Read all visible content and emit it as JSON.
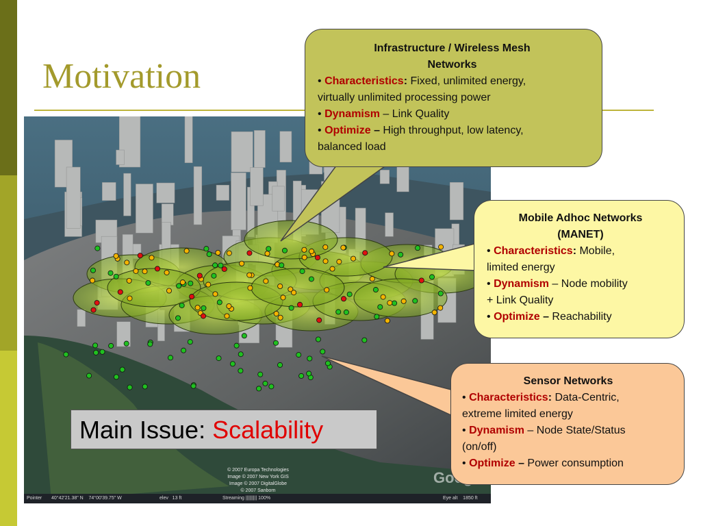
{
  "slide": {
    "title": "Motivation",
    "main_issue_label": "Main Issue:",
    "main_issue_value": "Scalability"
  },
  "colors": {
    "sidebar_dark": "#6b6f19",
    "sidebar_mid": "#a2a528",
    "sidebar_light": "#c6c934",
    "title": "#a39a2c",
    "keyword_red": "#b00000",
    "infra_bubble": "#c2c35a",
    "manet_bubble": "#fdf7a4",
    "sensor_bubble": "#fbc898"
  },
  "map": {
    "credit_line1": "© 2007 Europa Technologies",
    "credit_line2": "Image © 2007 New York GIS",
    "credit_line3": "Image © 2007 DigitalGlobe",
    "credit_line4": "© 2007 Sanborn",
    "logo": "Goog",
    "pointer_label": "Pointer",
    "pointer_coords": "40°42'21.38\" N    74°00'39.75\" W",
    "elev": "elev   13 ft",
    "streaming": "Streaming ||||||||| 100%",
    "eye_alt": "Eye alt    1850 ft"
  },
  "callouts": {
    "infra": {
      "title_line1": "Infrastructure / Wireless Mesh",
      "title_line2": "Networks",
      "char_key": "Characteristics",
      "char_sep": ":",
      "char_val_line1": " Fixed, unlimited energy,",
      "char_val_line2": "virtually unlimited processing power",
      "dyn_key": "Dynamism",
      "dyn_val": " – Link Quality",
      "opt_key": "Optimize",
      "opt_sep": " –",
      "opt_val_line1": " High throughput, low latency,",
      "opt_val_line2": "balanced load"
    },
    "manet": {
      "title_line1": "Mobile Adhoc Networks",
      "title_line2": "(MANET)",
      "char_key": "Characteristics",
      "char_sep": ":",
      "char_val_line1": " Mobile,",
      "char_val_line2": "limited energy",
      "dyn_key": "Dynamism",
      "dyn_val_line1": " – Node mobility",
      "dyn_val_line2": "+ Link Quality",
      "opt_key": "Optimize",
      "opt_sep": " –",
      "opt_val": " Reachability"
    },
    "sensor": {
      "title": "Sensor Networks",
      "char_key": "Characteristics",
      "char_sep": ":",
      "char_val_line1": " Data-Centric,",
      "char_val_line2": "extreme limited energy",
      "dyn_key": "Dynamism",
      "dyn_val_line1": " – Node State/Status",
      "dyn_val_line2": "(on/off)",
      "opt_key": "Optimize",
      "opt_sep": " –",
      "opt_val": " Power consumption"
    }
  },
  "bullet": "•"
}
